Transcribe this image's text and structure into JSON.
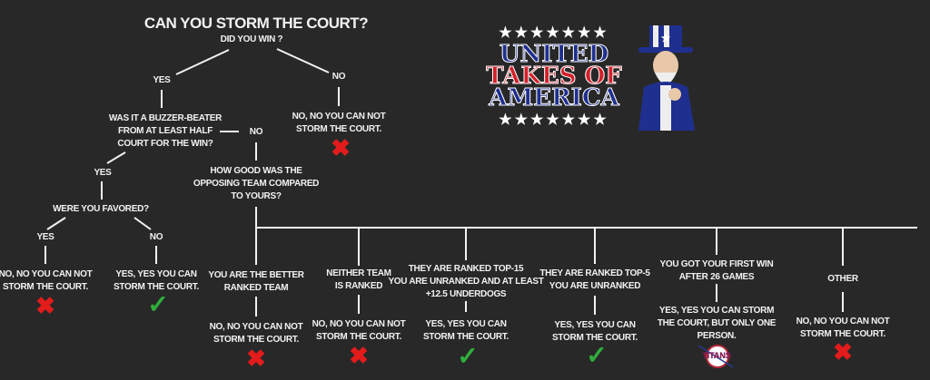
{
  "title": "CAN YOU STORM THE COURT?",
  "q1": "DID YOU WIN ?",
  "yes": "YES",
  "no": "NO",
  "no_result": [
    "NO, NO YOU CAN NOT",
    "STORM THE COURT."
  ],
  "yes_result": [
    "YES, YES YOU CAN",
    "STORM THE COURT."
  ],
  "q2": [
    "WAS IT A BUZZER-BEATER",
    "FROM AT LEAST HALF",
    "COURT FOR THE WIN?"
  ],
  "q3": [
    "HOW GOOD WAS THE",
    "OPPOSING TEAM COMPARED",
    "TO YOURS?"
  ],
  "q4": "WERE YOU FAVORED?",
  "branches": [
    {
      "label": [
        "YOU ARE THE BETTER",
        "RANKED TEAM"
      ],
      "result": [
        "NO, NO YOU CAN NOT",
        "STORM THE COURT."
      ],
      "icon": "x"
    },
    {
      "label": [
        "NEITHER TEAM",
        "IS RANKED"
      ],
      "result": [
        "NO, NO YOU CAN NOT",
        "STORM THE COURT."
      ],
      "icon": "x"
    },
    {
      "label": [
        "THEY ARE RANKED TOP-15",
        "YOU ARE UNRANKED AND AT LEAST",
        "+12.5 UNDERDOGS"
      ],
      "result": [
        "YES, YES YOU CAN",
        "STORM THE COURT."
      ],
      "icon": "check"
    },
    {
      "label": [
        "THEY ARE RANKED TOP-5",
        "YOU ARE UNRANKED"
      ],
      "result": [
        "YES, YES YOU CAN",
        "STORM THE COURT."
      ],
      "icon": "check"
    },
    {
      "label": [
        "YOU GOT YOUR FIRST WIN",
        "AFTER 26 GAMES"
      ],
      "result": [
        "YES, YES YOU CAN  STORM",
        "THE COURT, BUT ONLY ONE",
        "PERSON."
      ],
      "icon": "titans-logo"
    },
    {
      "label": [
        "OTHER"
      ],
      "result": [
        "NO, NO YOU CAN NOT",
        "STORM THE COURT."
      ],
      "icon": "x"
    }
  ],
  "logo": {
    "stars": "★★★★★★★",
    "line1": "UNITED",
    "line2a": "TAKES ",
    "line2b": "OF",
    "line3": "AMERICA",
    "colors": {
      "blue": "#1f2f8f",
      "red": "#d2202a"
    }
  },
  "titans": "TITANS",
  "marks": {
    "x": "✖",
    "check": "✓"
  }
}
